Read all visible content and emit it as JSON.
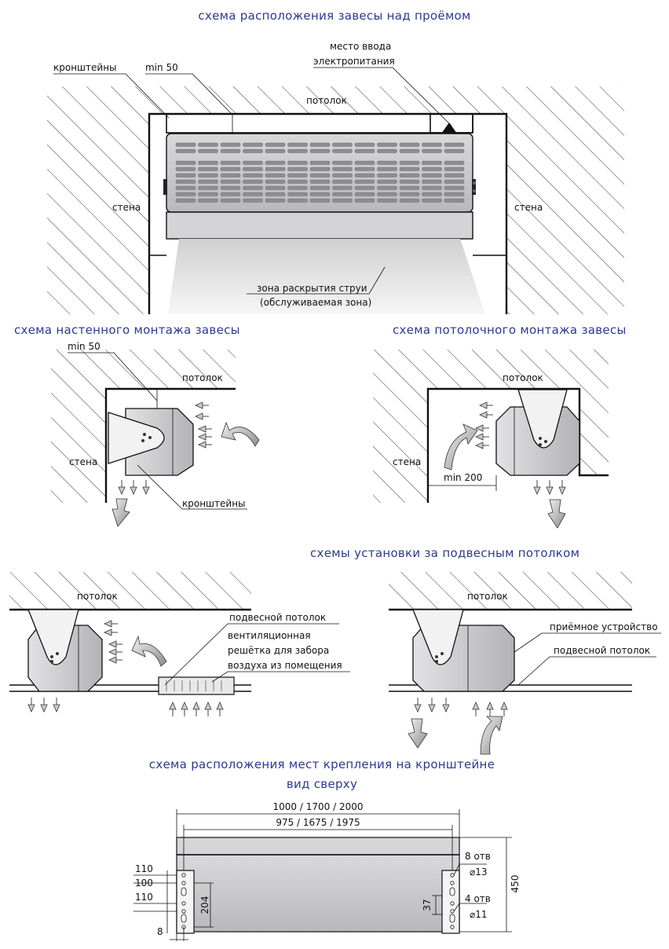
{
  "titles": {
    "opening": "схема расположения завесы над проёмом",
    "wall_mount": "схема настенного монтажа завесы",
    "ceiling_mount": "схема потолочного монтажа завесы",
    "suspended": "схемы установки за подвесным потолком",
    "brackets_line1": "схема расположения мест крепления на кронштейне",
    "brackets_line2": "вид сверху"
  },
  "labels": {
    "brackets": "кронштейны",
    "min50": "min 50",
    "power_line1": "место ввода",
    "power_line2": "электропитания",
    "ceiling": "потолок",
    "wall": "стена",
    "jet_line1": "зона раскрытия струи",
    "jet_line2": "(обслуживаемая зона)",
    "min200": "min 200",
    "suspended_ceiling": "подвесной потолок",
    "grille_line1": "вентиляционная",
    "grille_line2": "решётка для забора",
    "grille_line3": "воздуха из помещения",
    "intake": "приёмное устройство"
  },
  "dims": {
    "total": "1000 / 1700 / 2000",
    "inner": "975 / 1675 / 1975",
    "holes8": "8 отв",
    "d13": "⌀13",
    "holes4": "4 отв",
    "d11": "⌀11",
    "h450": "450",
    "d204": "204",
    "d37": "37",
    "d110a": "110",
    "d100": "100",
    "d110b": "110",
    "d8": "8"
  }
}
